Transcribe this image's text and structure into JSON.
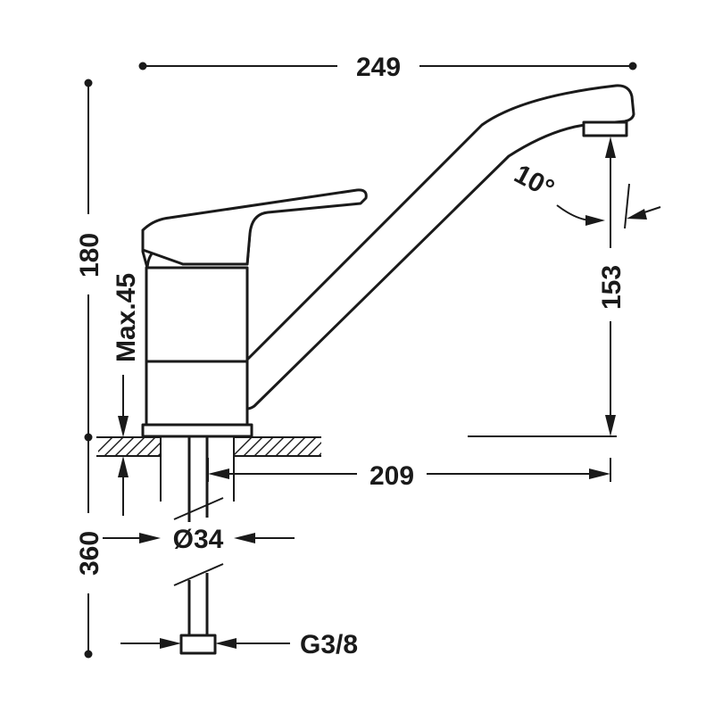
{
  "dimensions": {
    "overall_width": "249",
    "overall_height": "180",
    "spout_height": "153",
    "spout_reach": "209",
    "max_deck_thickness": "Max.45",
    "hose_length": "360",
    "shank_diameter": "Ø34",
    "spout_angle": "10°",
    "connection_thread": "G3/8"
  },
  "colors": {
    "line": "#1a1a1a",
    "background": "#ffffff"
  }
}
